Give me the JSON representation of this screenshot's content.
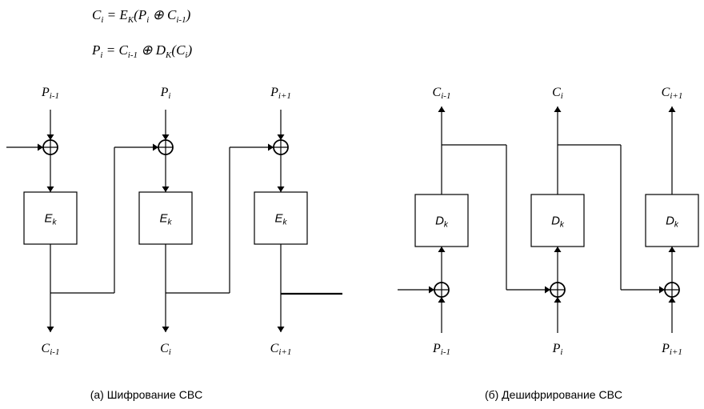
{
  "formulas": {
    "encrypt": {
      "lhs": "C",
      "lhs_sub": "i",
      "eq": " = ",
      "f": "E",
      "f_sub": "K",
      "open": "(",
      "p": "P",
      "p_sub": "i",
      "xor": " ⊕ ",
      "c": "C",
      "c_sub": "i-1",
      "close": ")"
    },
    "decrypt": {
      "lhs": "P",
      "lhs_sub": "i",
      "eq": " = ",
      "c": "C",
      "c_sub": "i-1",
      "xor": " ⊕ ",
      "f": "D",
      "f_sub": "K",
      "open": "(",
      "arg": "C",
      "arg_sub": "i",
      "close": ")"
    }
  },
  "encryption": {
    "caption": "(а) Шифрование CBC",
    "block_label": "E",
    "block_sub": "k",
    "inputs": [
      {
        "main": "P",
        "sub": "i-1"
      },
      {
        "main": "P",
        "sub": "i"
      },
      {
        "main": "P",
        "sub": "i+1"
      }
    ],
    "outputs": [
      {
        "main": "C",
        "sub": "i-1"
      },
      {
        "main": "C",
        "sub": "i"
      },
      {
        "main": "C",
        "sub": "i+1"
      }
    ]
  },
  "decryption": {
    "caption": "(б) Дешифрирование CBC",
    "block_label": "D",
    "block_sub": "k",
    "inputs": [
      {
        "main": "C",
        "sub": "i-1"
      },
      {
        "main": "C",
        "sub": "i"
      },
      {
        "main": "C",
        "sub": "i+1"
      }
    ],
    "outputs": [
      {
        "main": "P",
        "sub": "i-1"
      },
      {
        "main": "P",
        "sub": "i"
      },
      {
        "main": "P",
        "sub": "i+1"
      }
    ]
  }
}
